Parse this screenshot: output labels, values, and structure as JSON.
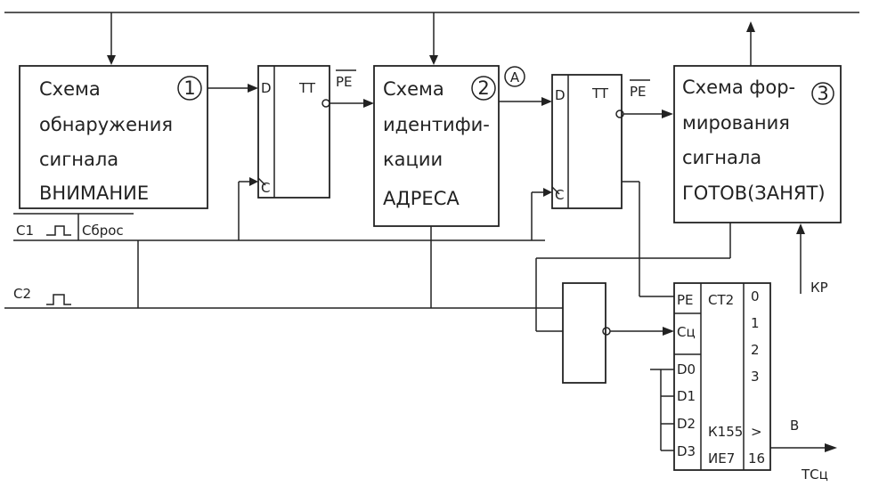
{
  "block1": {
    "lines": [
      "Схема",
      "обнаружения",
      "сигнала",
      "ВНИМАНИЕ"
    ],
    "number": "1"
  },
  "block2": {
    "lines": [
      "Схема",
      "идентифи-",
      "кации",
      "АДРЕСА"
    ],
    "number": "2",
    "marker": "А"
  },
  "block3": {
    "lines": [
      "Схема фор-",
      "мирования",
      "сигнала",
      "ГОТОВ(ЗАНЯТ)"
    ],
    "number": "3"
  },
  "trigger1": {
    "d": "D",
    "c": "C",
    "type": "TT",
    "output": "PE"
  },
  "trigger2": {
    "d": "D",
    "c": "C",
    "type": "TT",
    "output": "PE"
  },
  "signals": {
    "c1": "C1",
    "reset": "Сброс",
    "c2": "C2",
    "kr": "КР",
    "b": "В",
    "tc": "ТСц"
  },
  "counter": {
    "pins_left": [
      "PE",
      "Сц",
      "D0",
      "D1",
      "D2",
      "D3"
    ],
    "name": "СТ2",
    "part": [
      "К155",
      "ИЕ7"
    ],
    "pins_right": [
      "0",
      "1",
      "2",
      "3",
      ">",
      "16"
    ]
  }
}
